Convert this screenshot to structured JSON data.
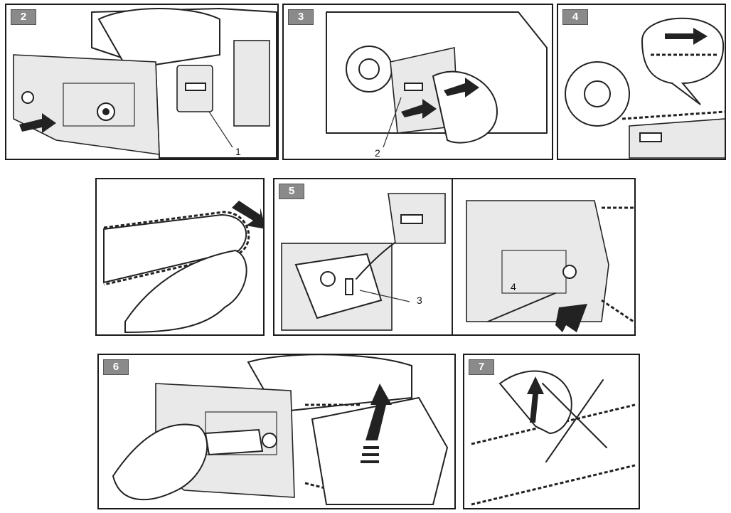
{
  "panels": {
    "p2": {
      "step": "2",
      "callouts": [
        "1"
      ]
    },
    "p3": {
      "step": "3",
      "callouts": [
        "2"
      ]
    },
    "p4": {
      "step": "4",
      "callouts": []
    },
    "p4b": {
      "step": "",
      "callouts": []
    },
    "p5": {
      "step": "5",
      "callouts": [
        "3",
        "4"
      ]
    },
    "p6": {
      "step": "6",
      "callouts": []
    },
    "p7": {
      "step": "7",
      "callouts": []
    }
  },
  "colors": {
    "badge": "#8a8a8a",
    "line": "#222222",
    "arrow": "#222222"
  }
}
